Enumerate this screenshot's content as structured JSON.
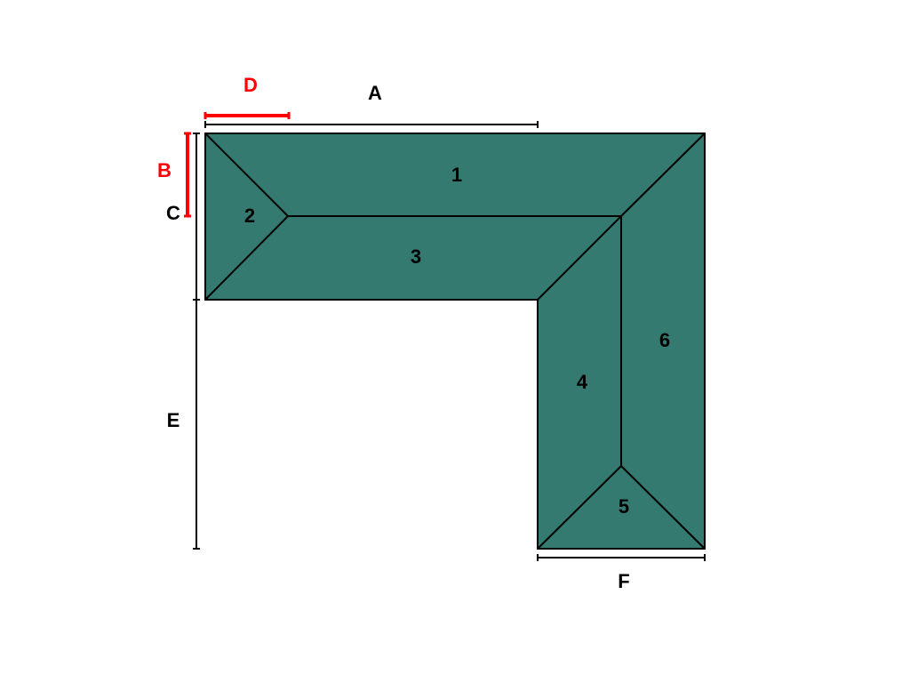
{
  "colors": {
    "fill": "#347a70",
    "outline": "#000000",
    "highlight": "#ff0000"
  },
  "dimensions": {
    "A": {
      "label": "A",
      "color": "#000000"
    },
    "B": {
      "label": "B",
      "color": "#ff0000"
    },
    "C": {
      "label": "C",
      "color": "#000000"
    },
    "D": {
      "label": "D",
      "color": "#ff0000"
    },
    "E": {
      "label": "E",
      "color": "#000000"
    },
    "F": {
      "label": "F",
      "color": "#000000"
    }
  },
  "sections": [
    "1",
    "2",
    "3",
    "4",
    "5",
    "6"
  ]
}
